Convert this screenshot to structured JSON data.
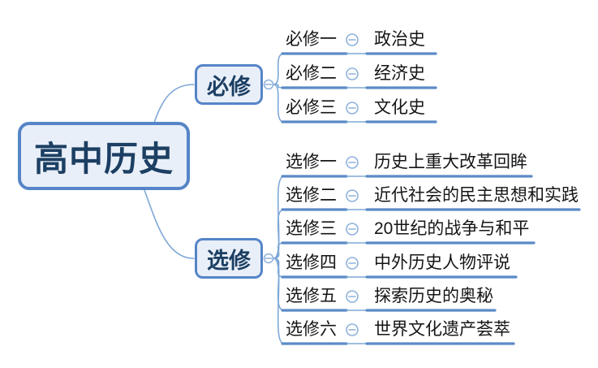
{
  "root": {
    "label": "高中历史"
  },
  "branches": [
    {
      "label": "必修",
      "children": [
        {
          "label": "必修一",
          "topic": "政治史"
        },
        {
          "label": "必修二",
          "topic": "经济史"
        },
        {
          "label": "必修三",
          "topic": "文化史"
        }
      ]
    },
    {
      "label": "选修",
      "children": [
        {
          "label": "选修一",
          "topic": "历史上重大改革回眸"
        },
        {
          "label": "选修二",
          "topic": "近代社会的民主思想和实践"
        },
        {
          "label": "选修三",
          "topic": "20世纪的战争与和平"
        },
        {
          "label": "选修四",
          "topic": "中外历史人物评说"
        },
        {
          "label": "选修五",
          "topic": "探索历史的奥秘"
        },
        {
          "label": "选修六",
          "topic": "世界文化遗产荟萃"
        }
      ]
    }
  ],
  "icons": {
    "collapse": "minus-circle-icon"
  },
  "colors": {
    "background": "#ffffff",
    "node_fill": "#e9eff8",
    "node_border": "#5585c8",
    "node_text": "#1c3f63",
    "line_strong": "#5b8ac7",
    "line_thin": "#7ea8d6",
    "icon_stroke": "#8fb2dc",
    "row_text": "#151515"
  }
}
